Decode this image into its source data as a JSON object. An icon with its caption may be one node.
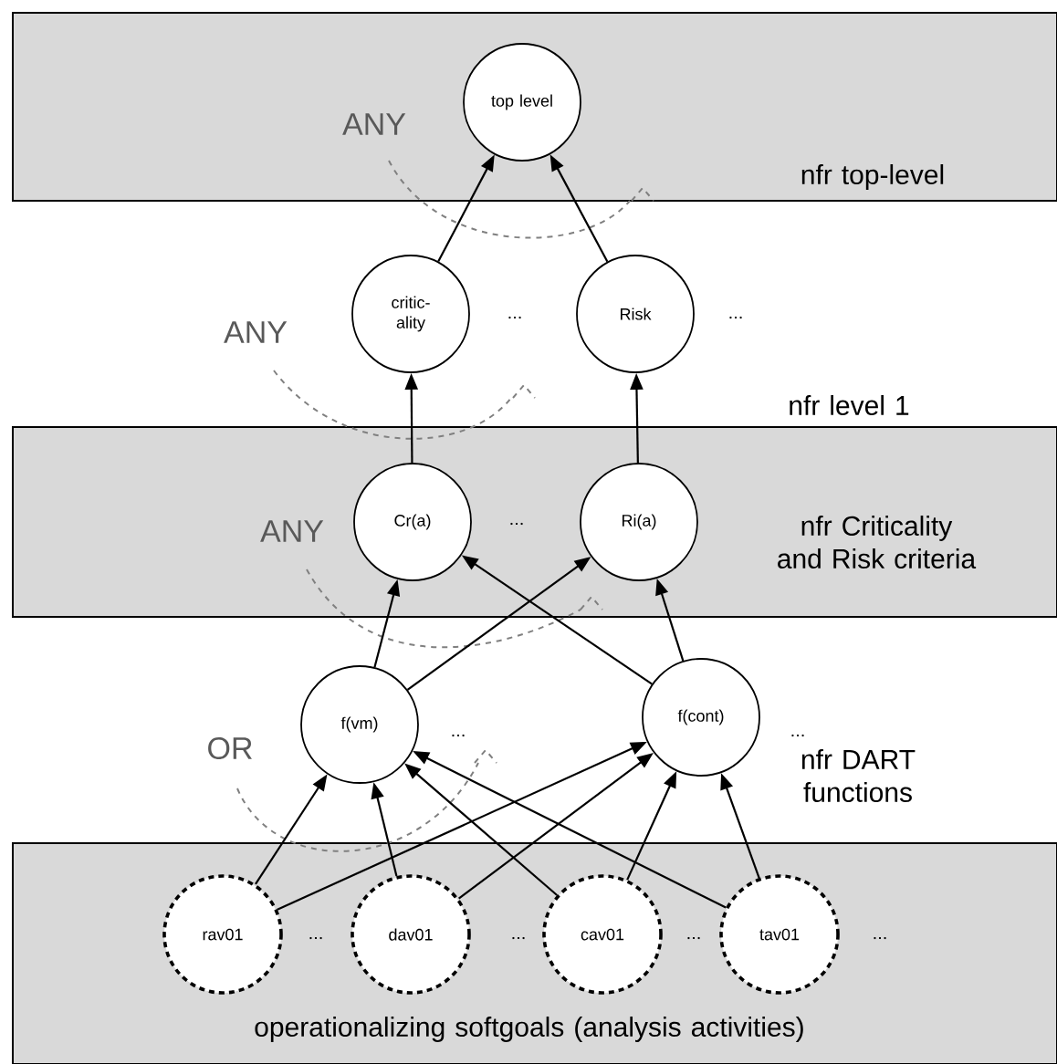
{
  "diagram": {
    "nodes": [
      {
        "text": [
          "nfr top-level"
        ]
      },
      {
        "text": [
          "top level"
        ],
        "in": 0
      },
      {
        "text": [
          "critic- ality"
        ]
      },
      {
        "text": [
          "Risk"
        ]
      },
      {
        "text": [
          "nfr Criticality and Risk criteria"
        ]
      },
      {
        "text": [
          "Cr(a)"
        ],
        "in": 4
      },
      {
        "text": [
          "Ri(a)"
        ],
        "in": 4
      },
      {
        "text": [
          "f(vm)"
        ]
      },
      {
        "text": [
          "f(cont)"
        ]
      },
      {
        "text": [
          "operationalizing softgoals (analysis activities)"
        ]
      },
      {
        "text": [
          "rav01"
        ],
        "in": 9
      },
      {
        "text": [
          "dav01"
        ],
        "in": 9
      },
      {
        "text": [
          "cav01"
        ],
        "in": 9
      },
      {
        "text": [
          "tav01"
        ],
        "in": 9
      }
    ],
    "edges": [
      {
        "from": 2,
        "to": 1,
        "arrow": "to"
      },
      {
        "from": 3,
        "to": 1,
        "arrow": "to"
      },
      {
        "from": 5,
        "to": 2,
        "arrow": "to"
      },
      {
        "from": 6,
        "to": 3,
        "arrow": "to"
      },
      {
        "from": 7,
        "to": 5,
        "arrow": "to"
      },
      {
        "from": 7,
        "to": 6,
        "arrow": "to"
      },
      {
        "from": 8,
        "to": 5,
        "arrow": "to"
      },
      {
        "from": 8,
        "to": 6,
        "arrow": "to"
      },
      {
        "from": 10,
        "to": 7,
        "arrow": "to"
      },
      {
        "from": 10,
        "to": 8,
        "arrow": "to"
      },
      {
        "from": 11,
        "to": 7,
        "arrow": "to"
      },
      {
        "from": 11,
        "to": 8,
        "arrow": "to"
      },
      {
        "from": 12,
        "to": 7,
        "arrow": "to"
      },
      {
        "from": 12,
        "to": 8,
        "arrow": "to"
      },
      {
        "from": 13,
        "to": 7,
        "arrow": "to"
      },
      {
        "from": 13,
        "to": 8,
        "arrow": "to"
      }
    ],
    "labels": [
      "ANY",
      "ANY",
      "...",
      "...",
      "nfr level 1",
      "ANY",
      "...",
      "OR",
      "...",
      "...",
      "nfr DART functions",
      "...",
      "...",
      "...",
      "..."
    ]
  }
}
